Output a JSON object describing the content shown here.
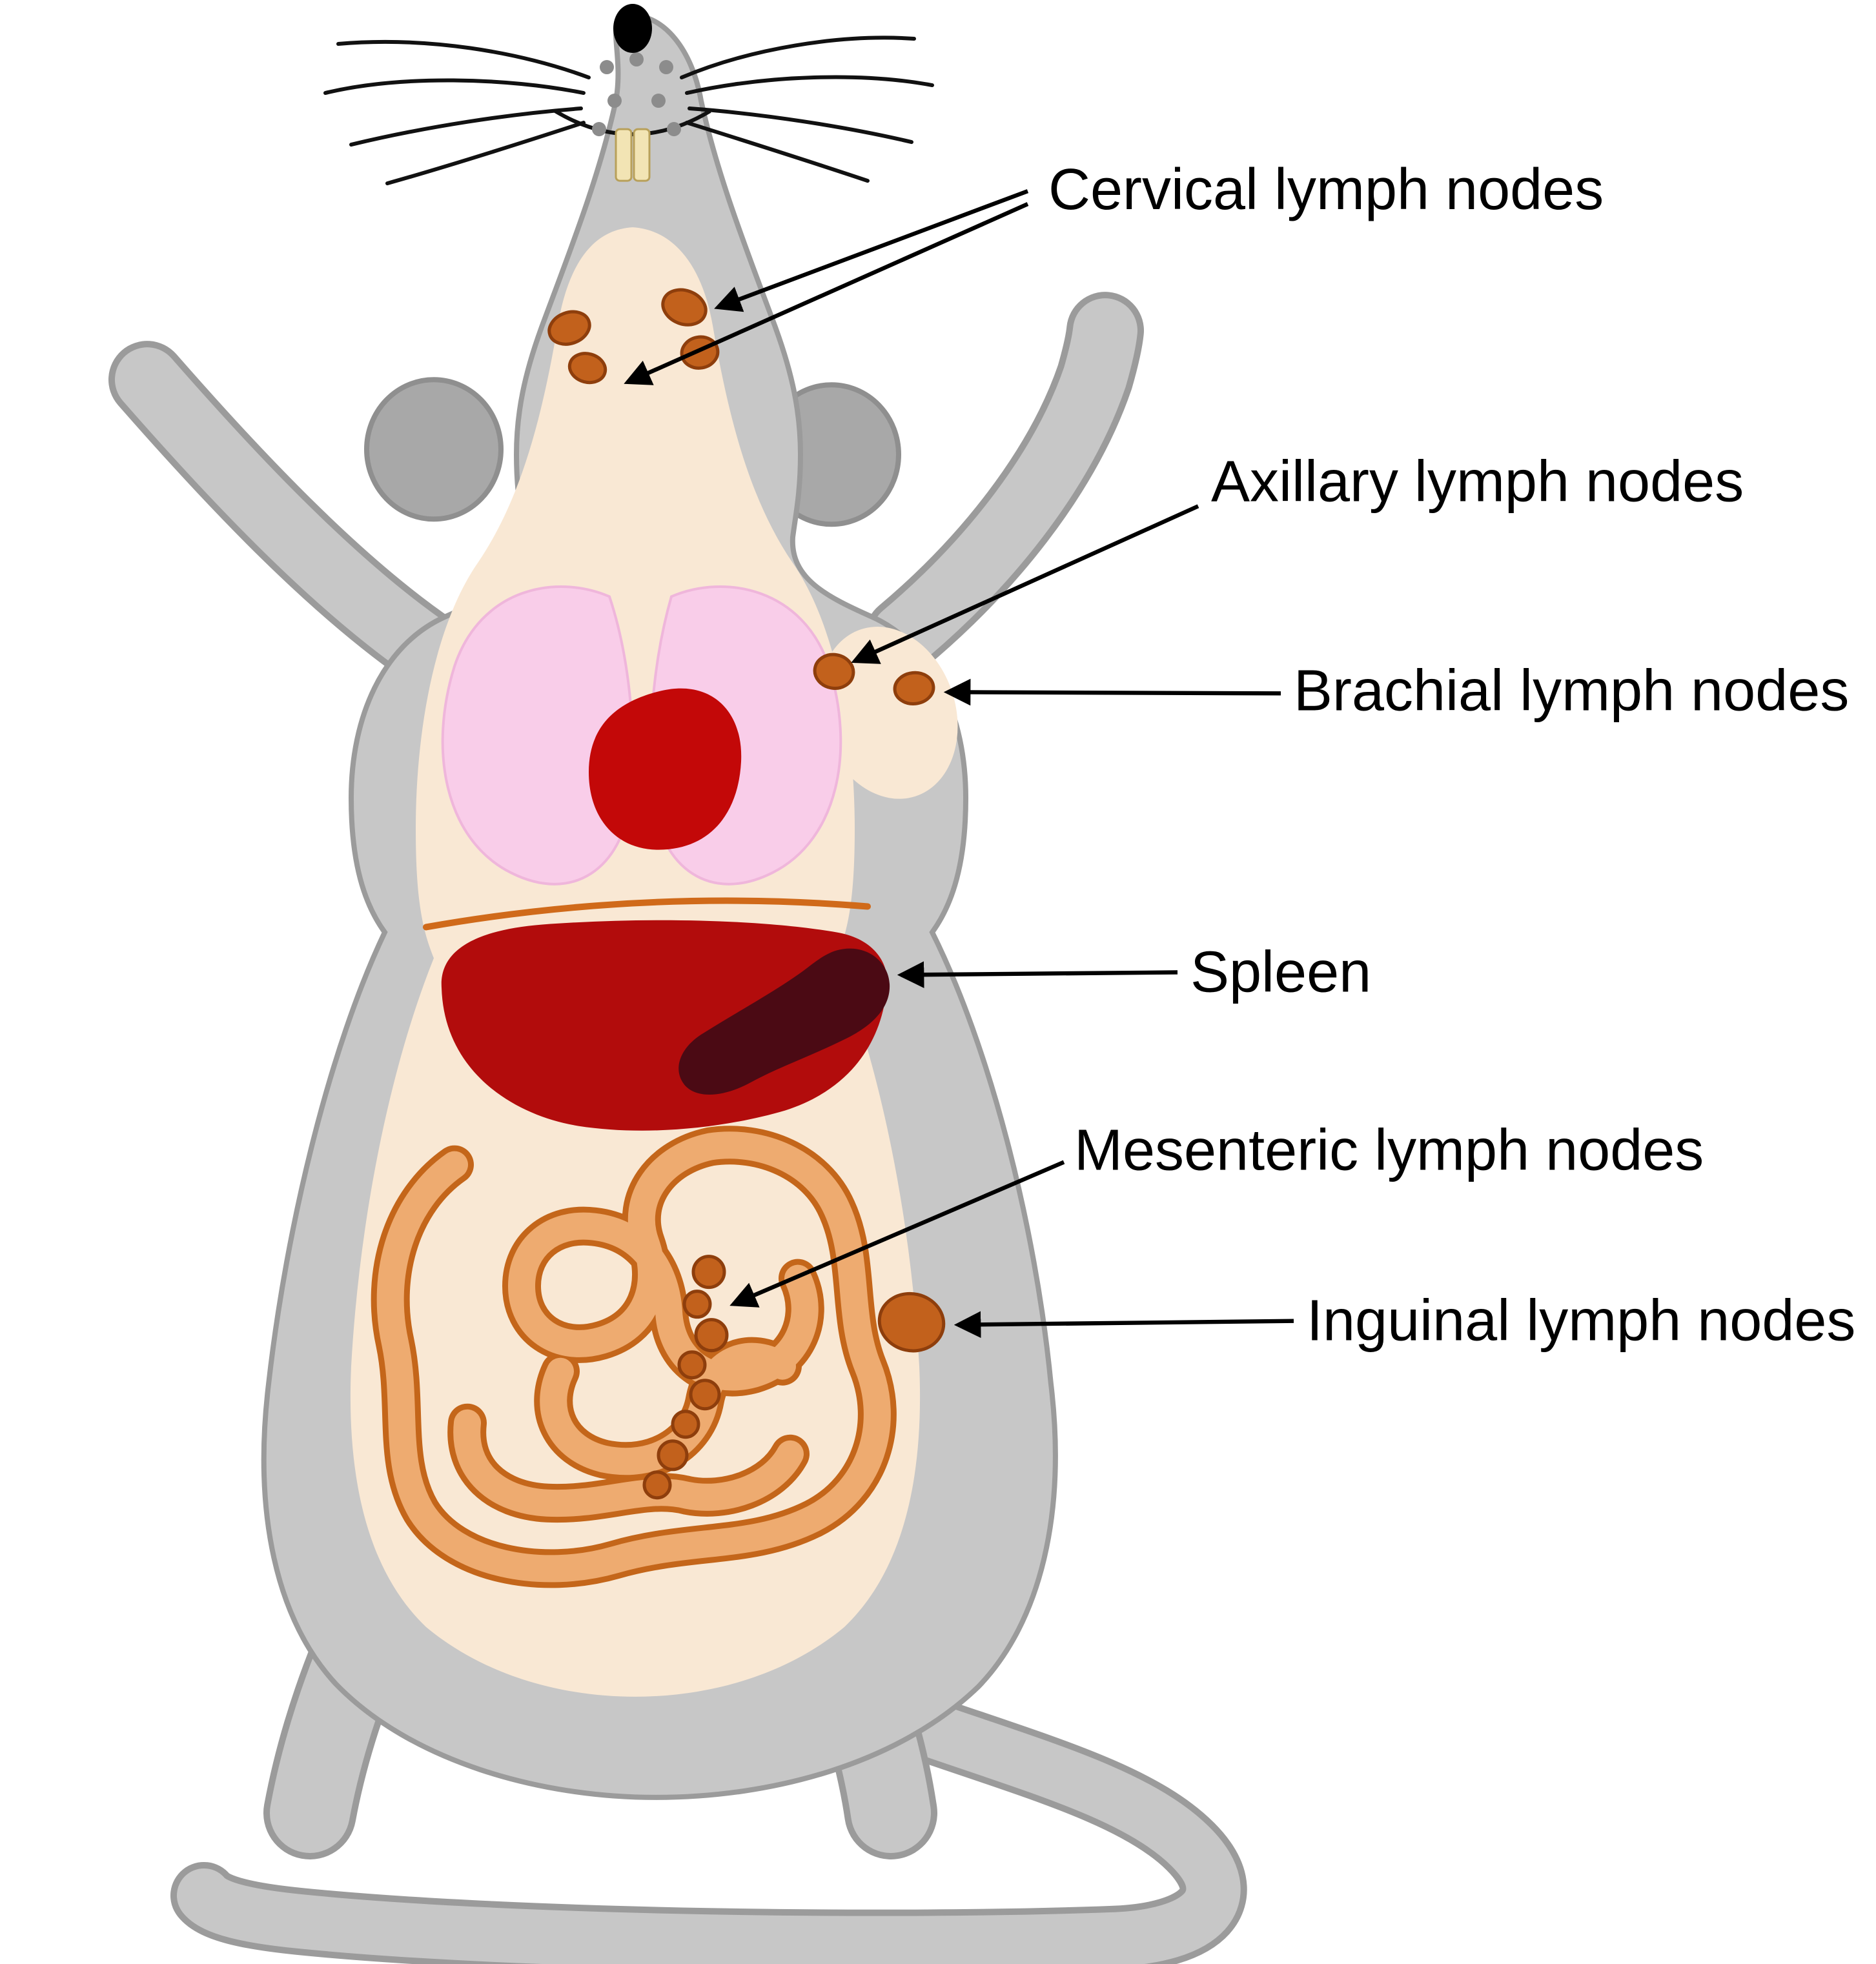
{
  "diagram": {
    "subject": "mouse-anatomy-lymphoid-organs",
    "labels": [
      {
        "id": "cervical",
        "text": "Cervical lymph nodes"
      },
      {
        "id": "axillary",
        "text": "Axillary lymph nodes"
      },
      {
        "id": "brachial",
        "text": "Brachial lymph nodes"
      },
      {
        "id": "spleen",
        "text": "Spleen"
      },
      {
        "id": "mesenteric",
        "text": "Mesenteric lymph nodes"
      },
      {
        "id": "inguinal",
        "text": "Inguinal lymph nodes"
      }
    ],
    "colors": {
      "background": "#ffffff",
      "body_gray": "#c7c7c7",
      "body_outline": "#9b9b9b",
      "ear_gray": "#a8a8a8",
      "interior_cream": "#f9e8d4",
      "lung_pink": "#f9cde9",
      "heart_red": "#c30808",
      "liver_red": "#b20c0c",
      "diaphragm_orange": "#d06a1a",
      "spleen_maroon": "#4b0a14",
      "intestine_fill": "#eeab70",
      "intestine_outline": "#c4661a",
      "lymph_node_brown": "#c2611c",
      "lymph_node_outline": "#8e3e0c",
      "teeth_cream": "#f2e4b4",
      "nose_black": "#000000",
      "label_text": "#000000"
    }
  }
}
